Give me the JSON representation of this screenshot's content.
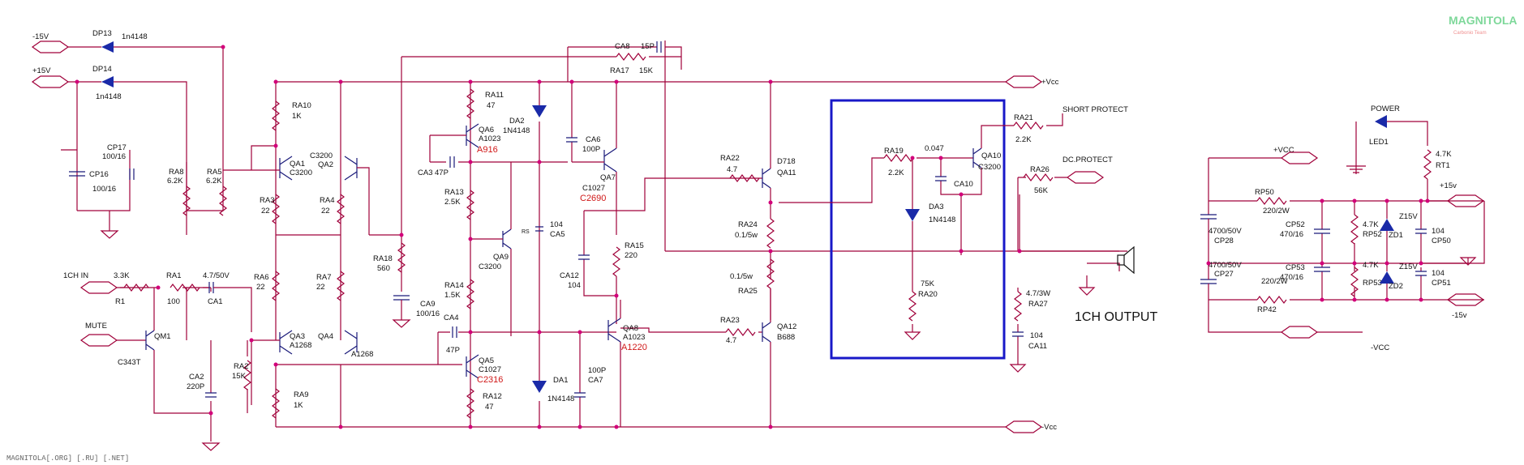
{
  "watermark": {
    "logo": "MAGNITOLA",
    "sub": "Carbonio Team",
    "footer": "MAGNITOLA[.ORG] [.RU] [.NET]"
  },
  "rails": {
    "neg15_in": "-15V",
    "pos15_in": "+15V",
    "vcc_top": "+Vcc",
    "vcc_bot": "-Vcc"
  },
  "input": {
    "ch1_in": "1CH IN",
    "mute": "MUTE",
    "output": "1CH OUTPUT"
  },
  "protect": {
    "short": "SHORT PROTECT",
    "dc": "DC.PROTECT",
    "power": "POWER"
  },
  "psu": {
    "vcc_pos": "+VCC",
    "vcc_neg": "-VCC",
    "p15": "+15v",
    "n15": "-15v"
  },
  "labels": {
    "DP13": "DP13",
    "DP13v": "1n4148",
    "DP14": "DP14",
    "DP14v": "1n4148",
    "CP17": "CP17",
    "CP17v": "100/16",
    "CP16": "CP16",
    "CP16v": "100/16",
    "RA8": "RA8",
    "RA8v": "6.2K",
    "RA5": "RA5",
    "RA5v": "6.2K",
    "RA10": "RA10",
    "RA10v": "1K",
    "QA1": "QA1",
    "QA1v": "C3200",
    "QA2": "QA2",
    "QA2v": "C3200",
    "RA3": "RA3",
    "RA3v": "22",
    "RA4": "RA4",
    "RA4v": "22",
    "RA18": "RA18",
    "RA18v": "560",
    "CA9": "CA9",
    "CA9v": "100/16",
    "RA6": "RA6",
    "RA6v": "22",
    "RA7": "RA7",
    "RA7v": "22",
    "QA3": "QA3",
    "QA3v": "A1268",
    "QA4": "QA4",
    "QA4v": "A1268",
    "RA9": "RA9",
    "RA9v": "1K",
    "RA2": "RA2",
    "RA2v": "15K",
    "CA2": "CA2",
    "CA2v": "220P",
    "R1": "R1",
    "R1v": "3.3K",
    "RA1": "RA1",
    "RA1v": "100",
    "CA1": "CA1",
    "CA1v": "4.7/50V",
    "QM1": "QM1",
    "QM1v": "C343T",
    "RA11": "RA11",
    "RA11v": "47",
    "QA6": "QA6",
    "QA6v": "A1023",
    "QA6r": "A916",
    "CA3": "CA3",
    "CA3v": "47P",
    "RA13": "RA13",
    "RA13v": "2.5K",
    "QA9": "QA9",
    "QA9v": "C3200",
    "RA14": "RA14",
    "RA14v": "1.5K",
    "CA4": "CA4",
    "CA4v": "47P",
    "QA5": "QA5",
    "QA5v": "C1027",
    "QA5r": "C2316",
    "RA12": "RA12",
    "RA12v": "47",
    "DA2": "DA2",
    "DA2v": "1N4148",
    "RS": "RS",
    "CA5v": "104",
    "CA5": "CA5",
    "DA1": "DA1",
    "DA1v": "1N4148",
    "CA7v": "100P",
    "CA7": "CA7",
    "CA6": "CA6",
    "CA6v": "100P",
    "CA8": "CA8",
    "CA8v": "15P",
    "RA17": "RA17",
    "RA17v": "15K",
    "QA7": "QA7",
    "QA7v": "C1027",
    "QA7r": "C2690",
    "RA15": "RA15",
    "RA15v": "220",
    "CA12": "CA12",
    "CA12v": "104",
    "QA8": "QA8",
    "QA8v": "A1023",
    "QA8r": "A1220",
    "RA22": "RA22",
    "RA22v": "4.7",
    "D718": "D718",
    "QA11": "QA11",
    "RA24": "RA24",
    "RA24v": "0.1/5w",
    "RA25v": "0.1/5w",
    "RA25": "RA25",
    "RA23": "RA23",
    "RA23v": "4.7",
    "QA12": "QA12",
    "QA12v": "B688",
    "RA19": "RA19",
    "RA19v": "2.2K",
    "C047": "0.047",
    "CA10": "CA10",
    "QA10": "QA10",
    "QA10v": "C3200",
    "DA3": "DA3",
    "DA3v": "1N4148",
    "RA20v": "75K",
    "RA20": "RA20",
    "RA21": "RA21",
    "RA21v": "2.2K",
    "RA26": "RA26",
    "RA26v": "56K",
    "RA27v": "4.7/3W",
    "RA27": "RA27",
    "CA11v": "104",
    "CA11": "CA11",
    "LED1": "LED1",
    "RT1v": "4.7K",
    "RT1": "RT1",
    "RP50": "RP50",
    "RP50v": "220/2W",
    "CP52": "CP52",
    "CP52v": "470/16",
    "RP52v": "4.7K",
    "RP52": "RP52",
    "ZD1v": "Z15V",
    "ZD1": "ZD1",
    "CP50v": "104",
    "CP50": "CP50",
    "CP28v": "4700/50V",
    "CP28": "CP28",
    "CP27v": "4700/50V",
    "CP27": "CP27",
    "CP53": "CP53",
    "CP53v": "470/16",
    "RP42v": "220/2W",
    "RP42": "RP42",
    "RP53v": "4.7K",
    "RP53": "RP53",
    "ZD2v": "Z15V",
    "ZD2": "ZD2",
    "CP51v": "104",
    "CP51": "CP51"
  }
}
